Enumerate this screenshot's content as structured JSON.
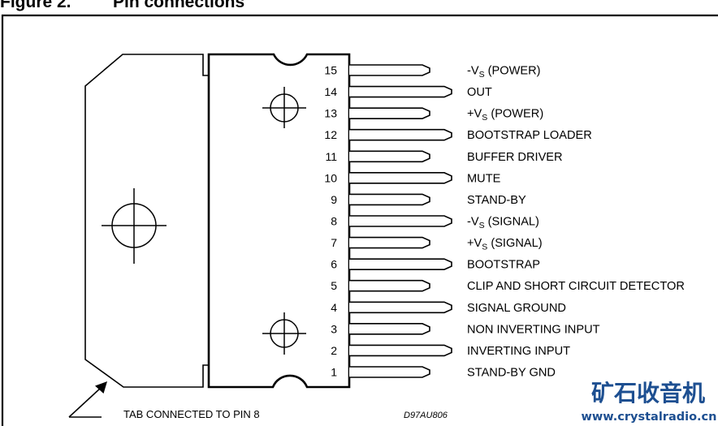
{
  "figure": {
    "number": "Figure 2.",
    "title": "Pin connections"
  },
  "pins": [
    {
      "number": "15",
      "label": {
        "pre": "-V",
        "sub": "S",
        "post": " (POWER)"
      }
    },
    {
      "number": "14",
      "label": {
        "pre": "OUT"
      }
    },
    {
      "number": "13",
      "label": {
        "pre": "+V",
        "sub": "S",
        "post": " (POWER)"
      }
    },
    {
      "number": "12",
      "label": {
        "pre": "BOOTSTRAP LOADER"
      }
    },
    {
      "number": "11",
      "label": {
        "pre": "BUFFER DRIVER"
      }
    },
    {
      "number": "10",
      "label": {
        "pre": "MUTE"
      }
    },
    {
      "number": "9",
      "label": {
        "pre": "STAND-BY"
      }
    },
    {
      "number": "8",
      "label": {
        "pre": "-V",
        "sub": "S",
        "post": " (SIGNAL)"
      }
    },
    {
      "number": "7",
      "label": {
        "pre": "+V",
        "sub": "S",
        "post": " (SIGNAL)"
      }
    },
    {
      "number": "6",
      "label": {
        "pre": "BOOTSTRAP"
      }
    },
    {
      "number": "5",
      "label": {
        "pre": "CLIP AND SHORT CIRCUIT DETECTOR"
      }
    },
    {
      "number": "4",
      "label": {
        "pre": "SIGNAL GROUND"
      }
    },
    {
      "number": "3",
      "label": {
        "pre": "NON INVERTING INPUT"
      }
    },
    {
      "number": "2",
      "label": {
        "pre": "INVERTING INPUT"
      }
    },
    {
      "number": "1",
      "label": {
        "pre": "STAND-BY GND"
      }
    }
  ],
  "annotations": {
    "tab_note": "TAB CONNECTED TO PIN 8",
    "drawing_code": "D97AU806"
  },
  "watermark": {
    "cn_text": "矿石收音机",
    "url": "www.crystalradio.cn",
    "color": "#1d4f91"
  }
}
